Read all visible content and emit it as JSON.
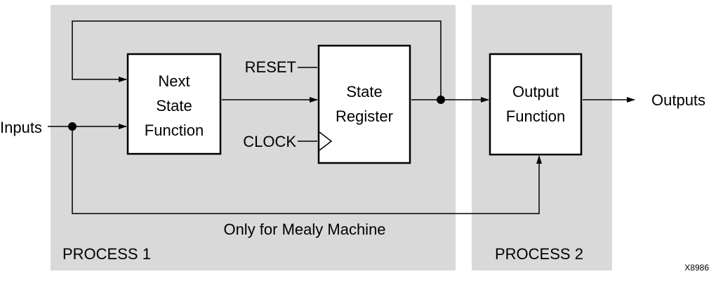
{
  "regions": {
    "process1_label": "PROCESS 1",
    "process2_label": "PROCESS 2"
  },
  "blocks": {
    "next_state": [
      "Next",
      "State",
      "Function"
    ],
    "state_register": [
      "State",
      "Register"
    ],
    "output_function": [
      "Output",
      "Function"
    ]
  },
  "signals": {
    "inputs": "Inputs",
    "outputs": "Outputs",
    "reset": "RESET",
    "clock": "CLOCK"
  },
  "annotation": "Only for Mealy Machine",
  "figure_id": "X8986",
  "colors": {
    "region_fill": "#d9d9d9",
    "block_fill": "#ffffff",
    "line": "#000000"
  }
}
